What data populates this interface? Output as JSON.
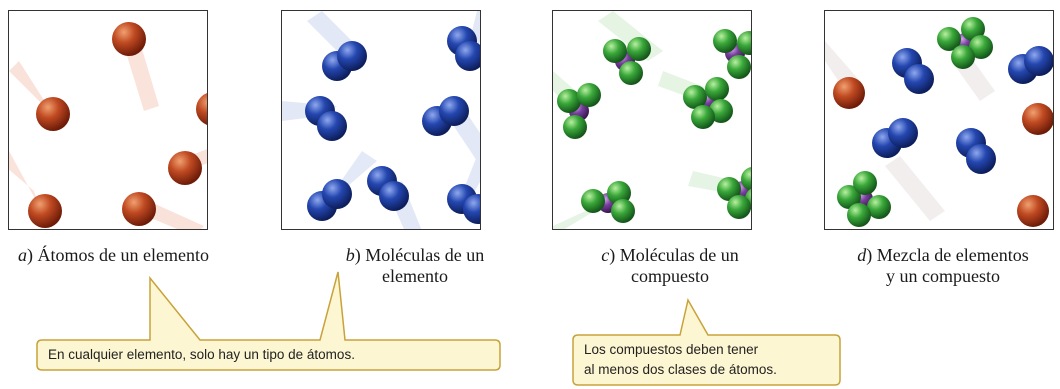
{
  "panels": [
    {
      "letter": "a",
      "text": "Átomos de un elemento"
    },
    {
      "letter": "b",
      "text": "Moléculas de un",
      "text2": "elemento"
    },
    {
      "letter": "c",
      "text": "Moléculas de un",
      "text2": "compuesto"
    },
    {
      "letter": "d",
      "text": "Mezcla de elementos",
      "text2": "y un compuesto"
    }
  ],
  "callouts": {
    "elements": "En cualquier elemento, solo hay un tipo de átomos.",
    "compounds_line1": "Los compuestos deben tener",
    "compounds_line2": "al menos dos clases de átomos."
  },
  "colors": {
    "red_atom": "#b23a1a",
    "blue_atom": "#1f3f9e",
    "green_atom": "#3aa83a",
    "purple_atom": "#7a3fa0",
    "callout_fill": "#fdf6d2",
    "callout_border": "#c8a23a"
  }
}
